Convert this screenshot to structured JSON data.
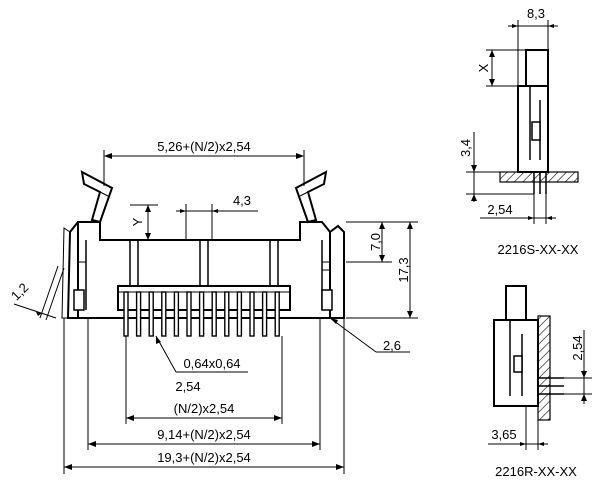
{
  "front_view": {
    "dims": {
      "top_width": "5,26+(N/2)x2,54",
      "pitch_gap": "4,3",
      "y_label": "Y",
      "height_inner": "7,0",
      "height_total": "17,3",
      "wall": "1,2",
      "offset": "2,6",
      "pin_size": "0,64x0,64",
      "pin_pitch": "2,54",
      "pin_span": "(N/2)x2,54",
      "inner_width": "9,14+(N/2)x2,54",
      "outer_width": "19,3+(N/2)x2,54"
    }
  },
  "side_view_s": {
    "dims": {
      "width": "8,3",
      "x_label": "X",
      "pin_height": "3,4",
      "pin_pitch": "2,54"
    },
    "caption": "2216S-XX-XX"
  },
  "side_view_r": {
    "dims": {
      "pin_pitch": "2,54",
      "offset": "3,65"
    },
    "caption": "2216R-XX-XX"
  }
}
